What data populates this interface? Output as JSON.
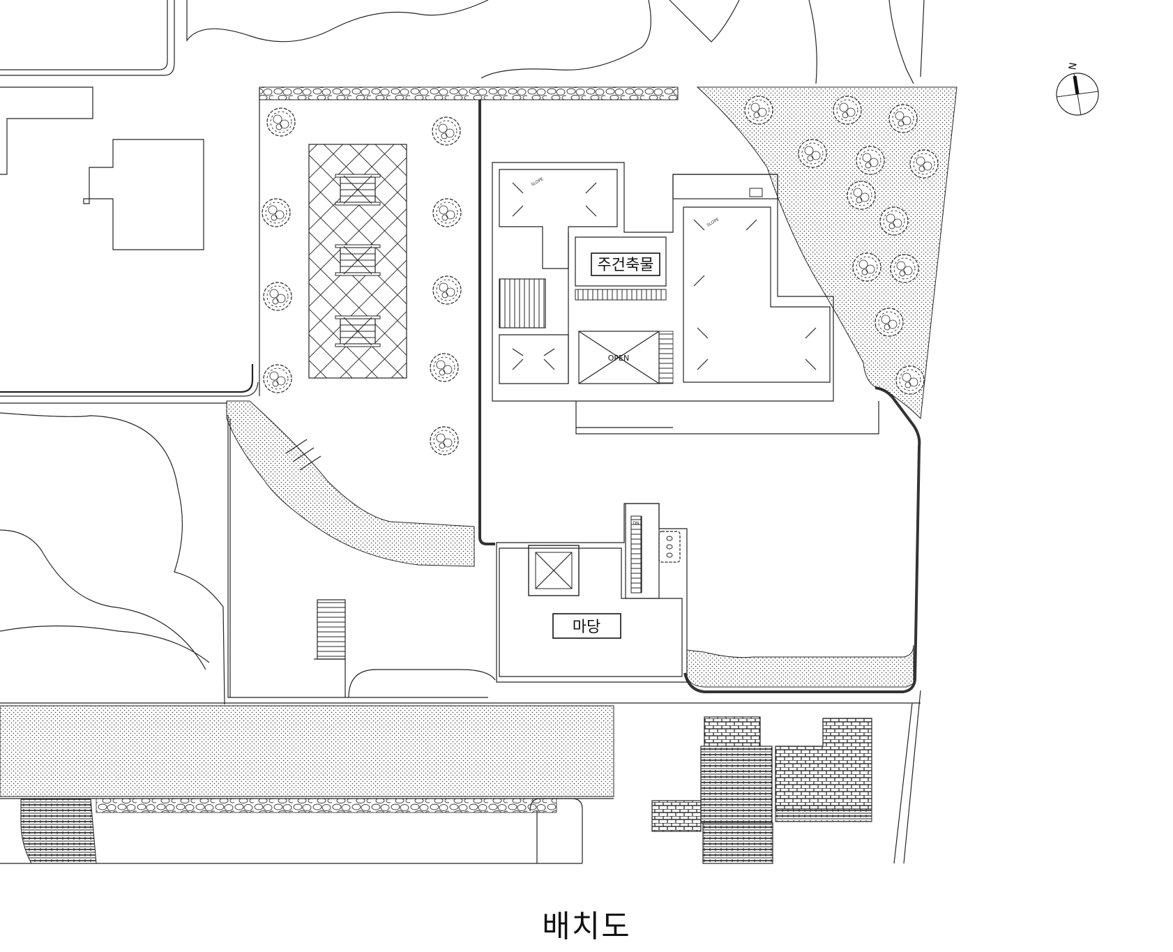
{
  "drawing": {
    "title": "배치도",
    "labels": {
      "main_building": "주건축물",
      "courtyard": "마당",
      "open": "OPEN",
      "slope": "SLOPE",
      "stair_dn": "DN"
    },
    "north_arrow": {
      "letter": "N",
      "icon": "north-arrow-icon"
    }
  }
}
